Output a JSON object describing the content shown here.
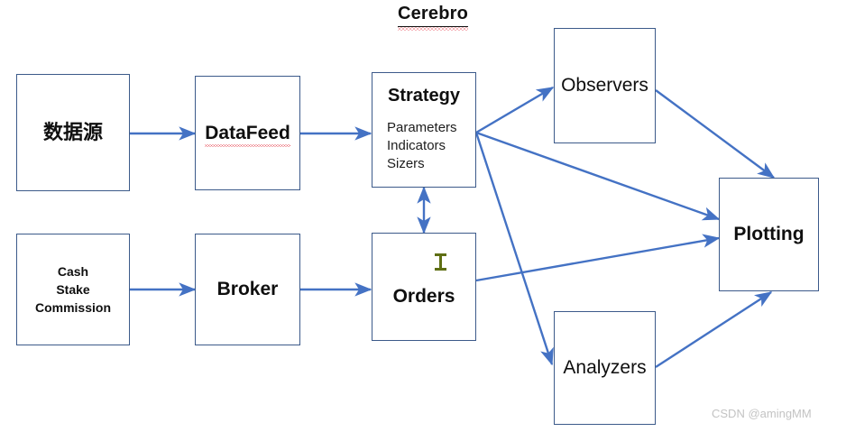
{
  "diagram": {
    "title": "Cerebro",
    "watermark": "CSDN @amingMM",
    "colors": {
      "box_border": "#3c5a8a",
      "arrow": "#4472c4",
      "title_text": "#111111",
      "spellcheck_underline": "#e8505b",
      "caret": "#5f6f14",
      "watermark_text": "#c3c3c3",
      "background": "#ffffff"
    },
    "nodes": {
      "data_source": {
        "label": "数据源"
      },
      "datafeed": {
        "label": "DataFeed"
      },
      "strategy": {
        "title": "Strategy",
        "items": [
          "Parameters",
          "Indicators",
          "Sizers"
        ]
      },
      "observers": {
        "label": "Observers"
      },
      "plotting": {
        "label": "Plotting"
      },
      "cash_stake_commission": {
        "lines": [
          "Cash",
          "Stake",
          "Commission"
        ]
      },
      "broker": {
        "label": "Broker"
      },
      "orders": {
        "label": "Orders"
      },
      "analyzers": {
        "label": "Analyzers"
      }
    },
    "edges": [
      {
        "from": "data_source",
        "to": "datafeed",
        "style": "single-arrow"
      },
      {
        "from": "datafeed",
        "to": "strategy",
        "style": "single-arrow"
      },
      {
        "from": "strategy",
        "to": "observers",
        "style": "single-arrow"
      },
      {
        "from": "strategy",
        "to": "plotting",
        "style": "single-arrow"
      },
      {
        "from": "strategy",
        "to": "analyzers",
        "style": "single-arrow"
      },
      {
        "from": "strategy",
        "to": "orders",
        "style": "double-arrow"
      },
      {
        "from": "cash_stake_commission",
        "to": "broker",
        "style": "single-arrow"
      },
      {
        "from": "broker",
        "to": "orders",
        "style": "single-arrow"
      },
      {
        "from": "orders",
        "to": "plotting",
        "style": "single-arrow"
      },
      {
        "from": "observers",
        "to": "plotting",
        "style": "single-arrow"
      },
      {
        "from": "analyzers",
        "to": "plotting",
        "style": "single-arrow"
      }
    ],
    "caret": {
      "name": "text-cursor-ibeam"
    }
  }
}
